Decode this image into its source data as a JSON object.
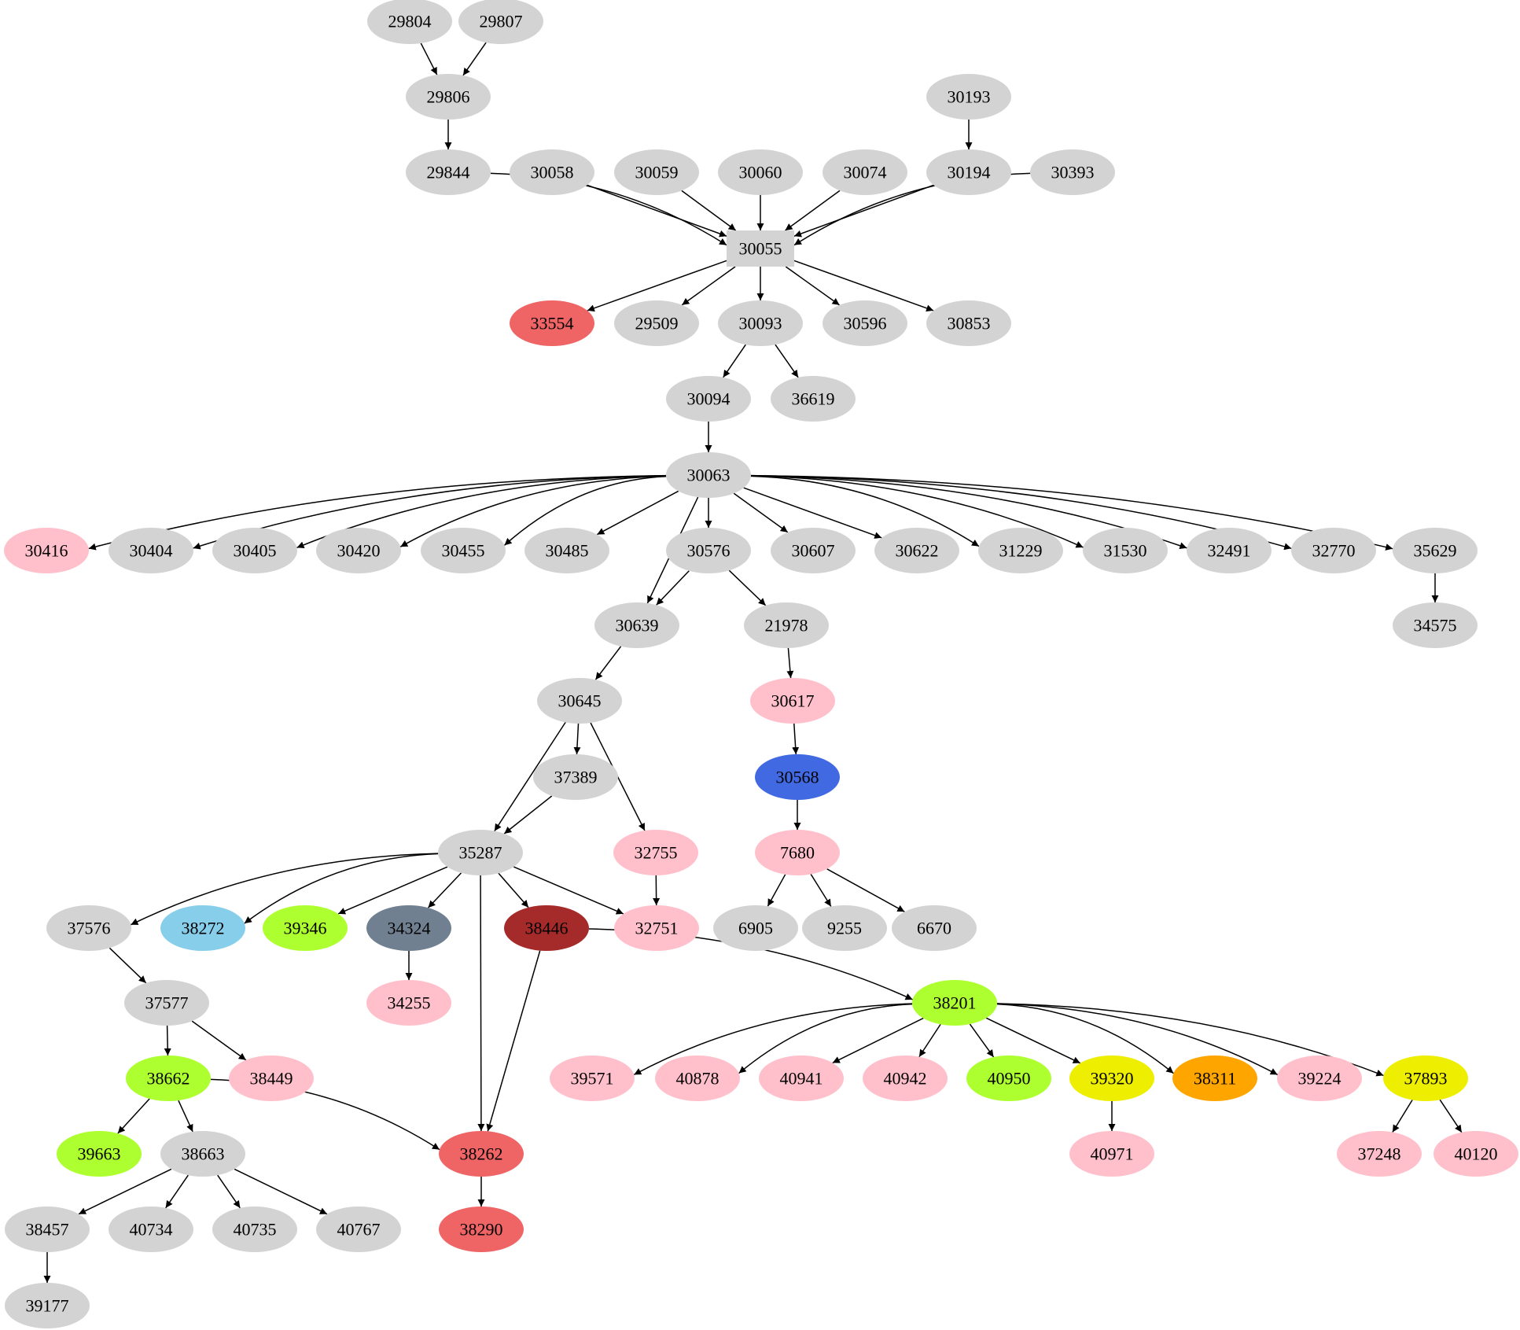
{
  "diagram": {
    "type": "directed-graph",
    "colors": {
      "default": "#d3d3d3",
      "pink": "#ffc0cb",
      "lightcoral": "#ef6464",
      "royalblue": "#4169e1",
      "skyblue": "#87ceeb",
      "greenyellow": "#adff2f",
      "slategray": "#708090",
      "brown": "#a52a2a",
      "yellow": "#eeee00",
      "orange": "#ffa500"
    },
    "nodes": [
      {
        "id": "29804",
        "label": "29804",
        "color": "default"
      },
      {
        "id": "29807",
        "label": "29807",
        "color": "default"
      },
      {
        "id": "29806",
        "label": "29806",
        "color": "default"
      },
      {
        "id": "30193",
        "label": "30193",
        "color": "default"
      },
      {
        "id": "29844",
        "label": "29844",
        "color": "default"
      },
      {
        "id": "30058",
        "label": "30058",
        "color": "default"
      },
      {
        "id": "30059",
        "label": "30059",
        "color": "default"
      },
      {
        "id": "30060",
        "label": "30060",
        "color": "default"
      },
      {
        "id": "30074",
        "label": "30074",
        "color": "default"
      },
      {
        "id": "30194",
        "label": "30194",
        "color": "default"
      },
      {
        "id": "30393",
        "label": "30393",
        "color": "default"
      },
      {
        "id": "30055",
        "label": "30055",
        "color": "default",
        "shape": "box"
      },
      {
        "id": "33554",
        "label": "33554",
        "color": "lightcoral"
      },
      {
        "id": "29509",
        "label": "29509",
        "color": "default"
      },
      {
        "id": "30093",
        "label": "30093",
        "color": "default"
      },
      {
        "id": "30596",
        "label": "30596",
        "color": "default"
      },
      {
        "id": "30853",
        "label": "30853",
        "color": "default"
      },
      {
        "id": "30094",
        "label": "30094",
        "color": "default"
      },
      {
        "id": "36619",
        "label": "36619",
        "color": "default"
      },
      {
        "id": "30063",
        "label": "30063",
        "color": "default"
      },
      {
        "id": "30416",
        "label": "30416",
        "color": "pink"
      },
      {
        "id": "30404",
        "label": "30404",
        "color": "default"
      },
      {
        "id": "30405",
        "label": "30405",
        "color": "default"
      },
      {
        "id": "30420",
        "label": "30420",
        "color": "default"
      },
      {
        "id": "30455",
        "label": "30455",
        "color": "default"
      },
      {
        "id": "30485",
        "label": "30485",
        "color": "default"
      },
      {
        "id": "30576",
        "label": "30576",
        "color": "default"
      },
      {
        "id": "30607",
        "label": "30607",
        "color": "default"
      },
      {
        "id": "30622",
        "label": "30622",
        "color": "default"
      },
      {
        "id": "31229",
        "label": "31229",
        "color": "default"
      },
      {
        "id": "31530",
        "label": "31530",
        "color": "default"
      },
      {
        "id": "32491",
        "label": "32491",
        "color": "default"
      },
      {
        "id": "32770",
        "label": "32770",
        "color": "default"
      },
      {
        "id": "35629",
        "label": "35629",
        "color": "default"
      },
      {
        "id": "30639",
        "label": "30639",
        "color": "default"
      },
      {
        "id": "21978",
        "label": "21978",
        "color": "default"
      },
      {
        "id": "34575",
        "label": "34575",
        "color": "default"
      },
      {
        "id": "30645",
        "label": "30645",
        "color": "default"
      },
      {
        "id": "30617",
        "label": "30617",
        "color": "pink"
      },
      {
        "id": "37389",
        "label": "37389",
        "color": "default"
      },
      {
        "id": "30568",
        "label": "30568",
        "color": "royalblue"
      },
      {
        "id": "35287",
        "label": "35287",
        "color": "default"
      },
      {
        "id": "32755",
        "label": "32755",
        "color": "pink"
      },
      {
        "id": "7680",
        "label": "7680",
        "color": "pink"
      },
      {
        "id": "37576",
        "label": "37576",
        "color": "default"
      },
      {
        "id": "38272",
        "label": "38272",
        "color": "skyblue"
      },
      {
        "id": "39346",
        "label": "39346",
        "color": "greenyellow"
      },
      {
        "id": "34324",
        "label": "34324",
        "color": "slategray"
      },
      {
        "id": "38446",
        "label": "38446",
        "color": "brown"
      },
      {
        "id": "32751",
        "label": "32751",
        "color": "pink"
      },
      {
        "id": "6905",
        "label": "6905",
        "color": "default"
      },
      {
        "id": "9255",
        "label": "9255",
        "color": "default"
      },
      {
        "id": "6670",
        "label": "6670",
        "color": "default"
      },
      {
        "id": "37577",
        "label": "37577",
        "color": "default"
      },
      {
        "id": "34255",
        "label": "34255",
        "color": "pink"
      },
      {
        "id": "38201",
        "label": "38201",
        "color": "greenyellow"
      },
      {
        "id": "38662",
        "label": "38662",
        "color": "greenyellow"
      },
      {
        "id": "38449",
        "label": "38449",
        "color": "pink"
      },
      {
        "id": "39571",
        "label": "39571",
        "color": "pink"
      },
      {
        "id": "40878",
        "label": "40878",
        "color": "pink"
      },
      {
        "id": "40941",
        "label": "40941",
        "color": "pink"
      },
      {
        "id": "40942",
        "label": "40942",
        "color": "pink"
      },
      {
        "id": "40950",
        "label": "40950",
        "color": "greenyellow"
      },
      {
        "id": "39320",
        "label": "39320",
        "color": "yellow"
      },
      {
        "id": "38311",
        "label": "38311",
        "color": "orange"
      },
      {
        "id": "39224",
        "label": "39224",
        "color": "pink"
      },
      {
        "id": "37893",
        "label": "37893",
        "color": "yellow"
      },
      {
        "id": "39663",
        "label": "39663",
        "color": "greenyellow"
      },
      {
        "id": "38663",
        "label": "38663",
        "color": "default"
      },
      {
        "id": "38262",
        "label": "38262",
        "color": "lightcoral"
      },
      {
        "id": "40971",
        "label": "40971",
        "color": "pink"
      },
      {
        "id": "37248",
        "label": "37248",
        "color": "pink"
      },
      {
        "id": "40120",
        "label": "40120",
        "color": "pink"
      },
      {
        "id": "38457",
        "label": "38457",
        "color": "default"
      },
      {
        "id": "40734",
        "label": "40734",
        "color": "default"
      },
      {
        "id": "40735",
        "label": "40735",
        "color": "default"
      },
      {
        "id": "40767",
        "label": "40767",
        "color": "default"
      },
      {
        "id": "38290",
        "label": "38290",
        "color": "lightcoral"
      },
      {
        "id": "39177",
        "label": "39177",
        "color": "default"
      }
    ],
    "edges": [
      [
        "29804",
        "29806"
      ],
      [
        "29807",
        "29806"
      ],
      [
        "29806",
        "29844"
      ],
      [
        "30193",
        "30194"
      ],
      [
        "29844",
        "30055"
      ],
      [
        "30058",
        "30055"
      ],
      [
        "30059",
        "30055"
      ],
      [
        "30060",
        "30055"
      ],
      [
        "30074",
        "30055"
      ],
      [
        "30194",
        "30055"
      ],
      [
        "30393",
        "30055"
      ],
      [
        "30055",
        "33554"
      ],
      [
        "30055",
        "29509"
      ],
      [
        "30055",
        "30093"
      ],
      [
        "30055",
        "30596"
      ],
      [
        "30055",
        "30853"
      ],
      [
        "30093",
        "30094"
      ],
      [
        "30093",
        "36619"
      ],
      [
        "30094",
        "30063"
      ],
      [
        "30063",
        "30416"
      ],
      [
        "30063",
        "30404"
      ],
      [
        "30063",
        "30405"
      ],
      [
        "30063",
        "30420"
      ],
      [
        "30063",
        "30455"
      ],
      [
        "30063",
        "30485"
      ],
      [
        "30063",
        "30639"
      ],
      [
        "30063",
        "30576"
      ],
      [
        "30063",
        "30607"
      ],
      [
        "30063",
        "30622"
      ],
      [
        "30063",
        "31229"
      ],
      [
        "30063",
        "31530"
      ],
      [
        "30063",
        "32491"
      ],
      [
        "30063",
        "32770"
      ],
      [
        "30063",
        "35629"
      ],
      [
        "30576",
        "30639"
      ],
      [
        "30576",
        "21978"
      ],
      [
        "35629",
        "34575"
      ],
      [
        "30639",
        "30645"
      ],
      [
        "21978",
        "30617"
      ],
      [
        "30617",
        "30568"
      ],
      [
        "30568",
        "7680"
      ],
      [
        "30645",
        "35287"
      ],
      [
        "30645",
        "37389"
      ],
      [
        "30645",
        "32755"
      ],
      [
        "37389",
        "35287"
      ],
      [
        "35287",
        "37576"
      ],
      [
        "35287",
        "38272"
      ],
      [
        "35287",
        "39346"
      ],
      [
        "35287",
        "34324"
      ],
      [
        "35287",
        "38262"
      ],
      [
        "35287",
        "38446"
      ],
      [
        "35287",
        "32751"
      ],
      [
        "32755",
        "32751"
      ],
      [
        "7680",
        "6905"
      ],
      [
        "7680",
        "9255"
      ],
      [
        "7680",
        "6670"
      ],
      [
        "37576",
        "37577"
      ],
      [
        "34324",
        "34255"
      ],
      [
        "38446",
        "38262"
      ],
      [
        "38446",
        "38201"
      ],
      [
        "37577",
        "38662"
      ],
      [
        "37577",
        "38449"
      ],
      [
        "38201",
        "39571"
      ],
      [
        "38201",
        "40878"
      ],
      [
        "38201",
        "40941"
      ],
      [
        "38201",
        "40942"
      ],
      [
        "38201",
        "40950"
      ],
      [
        "38201",
        "39320"
      ],
      [
        "38201",
        "38311"
      ],
      [
        "38201",
        "39224"
      ],
      [
        "38201",
        "37893"
      ],
      [
        "38662",
        "39663"
      ],
      [
        "38662",
        "38663"
      ],
      [
        "38662",
        "38262"
      ],
      [
        "39320",
        "40971"
      ],
      [
        "37893",
        "37248"
      ],
      [
        "37893",
        "40120"
      ],
      [
        "38663",
        "38457"
      ],
      [
        "38663",
        "40734"
      ],
      [
        "38663",
        "40735"
      ],
      [
        "38663",
        "40767"
      ],
      [
        "38262",
        "38290"
      ],
      [
        "38457",
        "39177"
      ]
    ]
  }
}
